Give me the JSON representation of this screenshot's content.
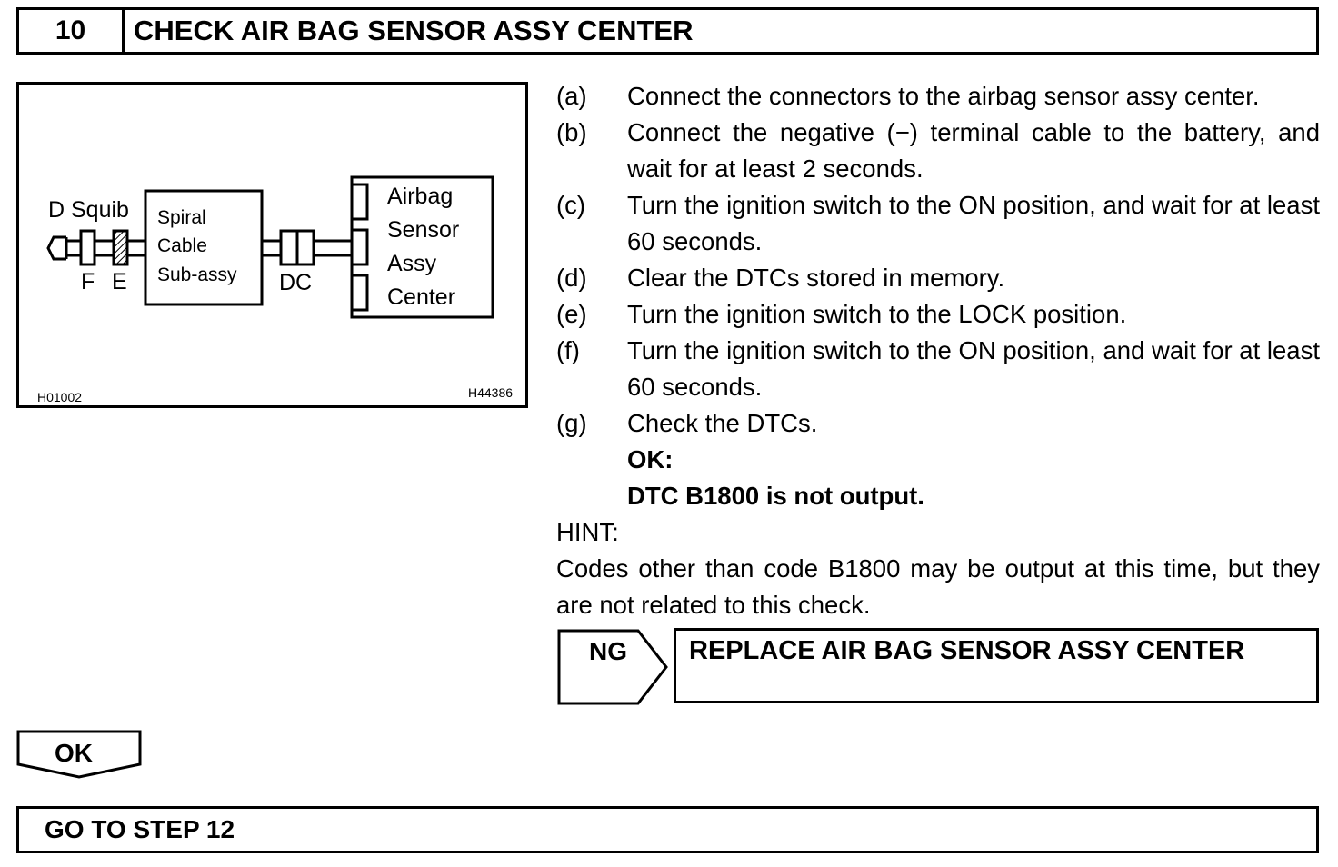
{
  "header": {
    "step_number": "10",
    "title": "CHECK AIR BAG SENSOR ASSY CENTER"
  },
  "figure": {
    "squib_label": "D Squib",
    "connector_f": "F",
    "connector_e": "E",
    "spiral_lines": [
      "Spiral",
      "Cable",
      "Sub-assy"
    ],
    "connector_dc": "DC",
    "sensor_lines": [
      "Airbag",
      "Sensor",
      "Assy",
      "Center"
    ],
    "code_left": "H01002",
    "code_right": "H44386"
  },
  "procedure": {
    "steps": [
      {
        "letter": "(a)",
        "text": "Connect the connectors to the airbag sensor assy center."
      },
      {
        "letter": "(b)",
        "text": "Connect the negative (−) terminal cable to the battery, and wait for at least 2 seconds."
      },
      {
        "letter": "(c)",
        "text": "Turn the ignition switch to the ON position, and wait for at least 60 seconds."
      },
      {
        "letter": "(d)",
        "text": "Clear the DTCs stored in memory."
      },
      {
        "letter": "(e)",
        "text": "Turn the ignition switch to the LOCK position."
      },
      {
        "letter": "(f)",
        "text": "Turn the ignition switch to the ON position, and wait for at least 60 seconds."
      },
      {
        "letter": "(g)",
        "text": "Check the DTCs."
      }
    ],
    "ok_label": "OK:",
    "ok_condition": "DTC B1800 is not output.",
    "hint_label": "HINT:",
    "hint_text": "Codes other than code B1800 may be output at this time, but they are not related to this check."
  },
  "results": {
    "ng_label": "NG",
    "ng_action": "REPLACE AIR BAG SENSOR ASSY CENTER",
    "ok_label": "OK",
    "ok_action": "GO TO STEP 12"
  }
}
